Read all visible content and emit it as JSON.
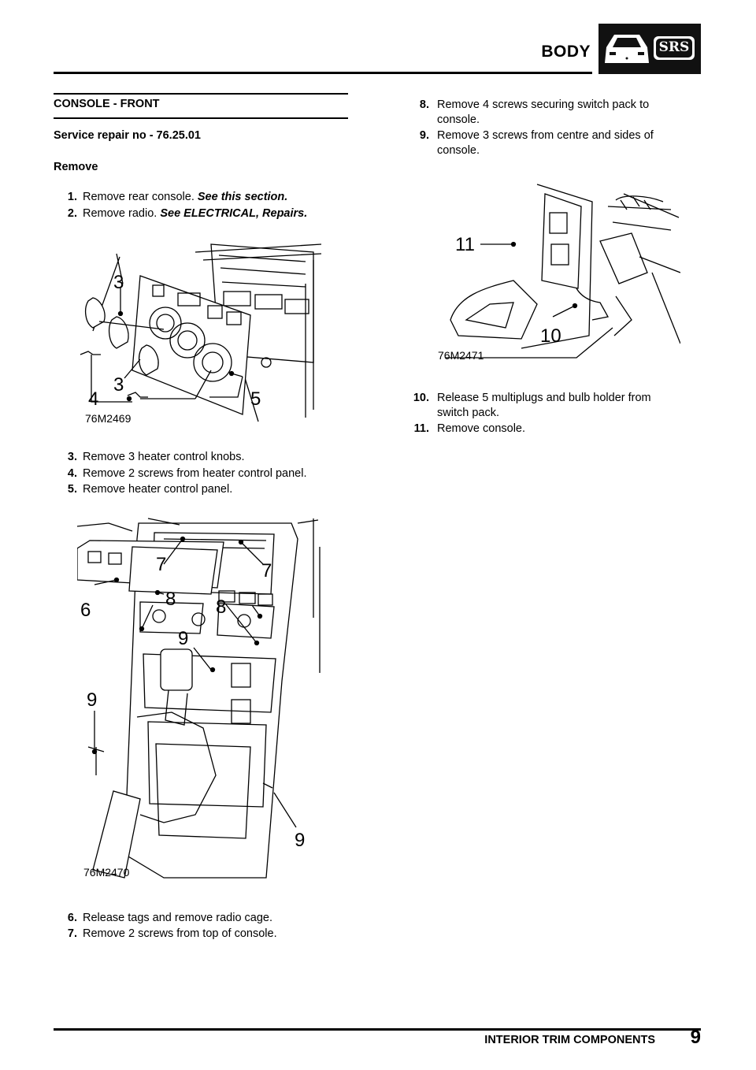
{
  "header": {
    "title": "BODY",
    "badge": "SRS"
  },
  "section": {
    "title": "CONSOLE - FRONT",
    "service_repair": "Service repair no - 76.25.01",
    "remove_heading": "Remove"
  },
  "steps": [
    {
      "num": "1.",
      "text": "Remove rear console.",
      "ref": "See this section."
    },
    {
      "num": "2.",
      "text": "Remove radio.",
      "ref": "See  ELECTRICAL, Repairs."
    },
    {
      "num": "3.",
      "text": "Remove 3 heater control knobs."
    },
    {
      "num": "4.",
      "text": "Remove 2 screws from heater control panel."
    },
    {
      "num": "5.",
      "text": "Remove heater control panel."
    },
    {
      "num": "6.",
      "text": "Release tags and remove radio cage."
    },
    {
      "num": "7.",
      "text": "Remove 2 screws from top of console."
    },
    {
      "num": "8.",
      "text": "Remove 4 screws securing switch pack to console."
    },
    {
      "num": "9.",
      "text": "Remove 3 screws from centre and sides of console."
    },
    {
      "num": "10.",
      "text": "Release 5 multiplugs and bulb holder from switch pack."
    },
    {
      "num": "11.",
      "text": "Remove console."
    }
  ],
  "figures": [
    {
      "code": "76M2469",
      "callouts": [
        "3",
        "3",
        "4",
        "5"
      ]
    },
    {
      "code": "76M2470",
      "callouts": [
        "6",
        "7",
        "7",
        "8",
        "8",
        "9",
        "9",
        "9"
      ]
    },
    {
      "code": "76M2471",
      "callouts": [
        "11",
        "10"
      ]
    }
  ],
  "footer": {
    "section": "INTERIOR TRIM COMPONENTS",
    "page": "9"
  }
}
